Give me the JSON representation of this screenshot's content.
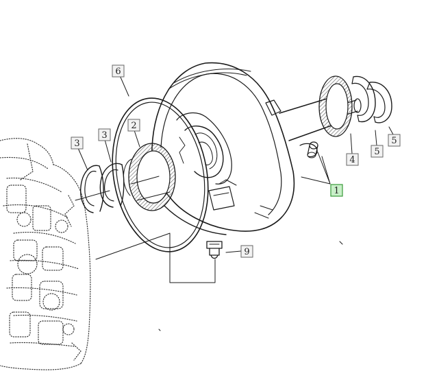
{
  "callouts": [
    {
      "id": "c1",
      "label": "1",
      "highlighted": true
    },
    {
      "id": "c2",
      "label": "2",
      "highlighted": false
    },
    {
      "id": "c3a",
      "label": "3",
      "highlighted": false
    },
    {
      "id": "c3b",
      "label": "3",
      "highlighted": false
    },
    {
      "id": "c4",
      "label": "4",
      "highlighted": false
    },
    {
      "id": "c5a",
      "label": "5",
      "highlighted": false
    },
    {
      "id": "c5b",
      "label": "5",
      "highlighted": false
    },
    {
      "id": "c6",
      "label": "6",
      "highlighted": false
    },
    {
      "id": "c9",
      "label": "9",
      "highlighted": false
    }
  ],
  "colors": {
    "line": "#1a1a1a",
    "callout_border": "#666666",
    "callout_fill": "#f2f2f2",
    "highlight_border": "#3a9a3a",
    "highlight_fill": "#c9efc9",
    "ring_hatch": "#555555"
  }
}
